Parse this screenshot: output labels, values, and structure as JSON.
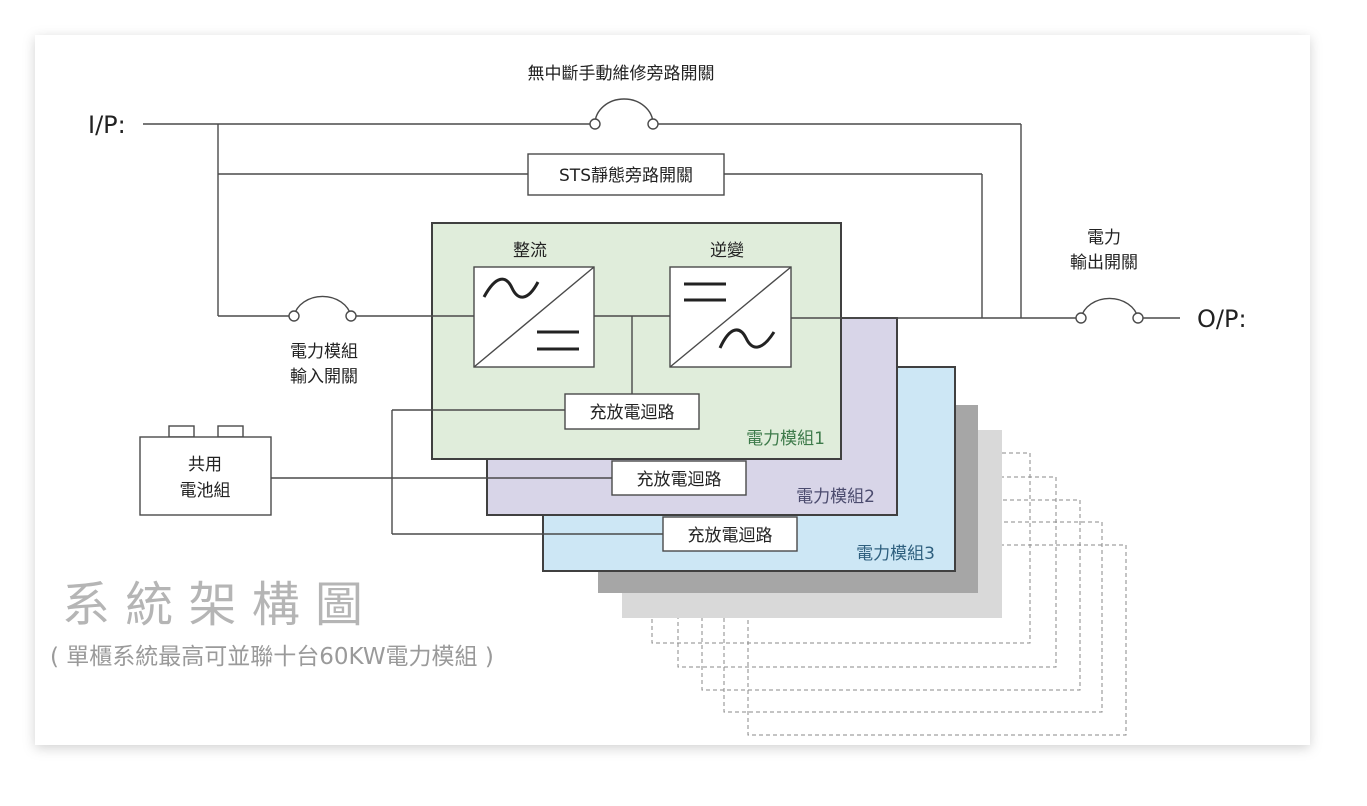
{
  "diagram": {
    "top_label": "無中斷手動維修旁路開關",
    "input_label": "I/P:",
    "output_label": "O/P:",
    "sts_label": "STS靜態旁路開關",
    "output_switch_label": [
      "電力",
      "輸出開關"
    ],
    "module_input_switch_label": [
      "電力模組",
      "輸入開關"
    ],
    "rectifier_label": "整流",
    "inverter_label": "逆變",
    "charger_label": "充放電迴路",
    "battery_label": [
      "共用",
      "電池組"
    ],
    "modules": [
      {
        "name": "電力模組1",
        "fill": "#e0eddb",
        "text_color": "#3d7a4a"
      },
      {
        "name": "電力模組2",
        "fill": "#d8d5e8",
        "text_color": "#4b4b6e"
      },
      {
        "name": "電力模組3",
        "fill": "#cde7f5",
        "text_color": "#2e5f7e"
      }
    ],
    "title": "系 統 架 構 圖",
    "subtitle": "( 單櫃系統最高可並聯十台60KW電力模組 )",
    "colors": {
      "wire": "#4a4a4a",
      "title": "#b5b5b5",
      "subtitle": "#9a9a9a",
      "shadow_dark": "#a6a6a6",
      "shadow_light": "#d9d9d9"
    }
  }
}
